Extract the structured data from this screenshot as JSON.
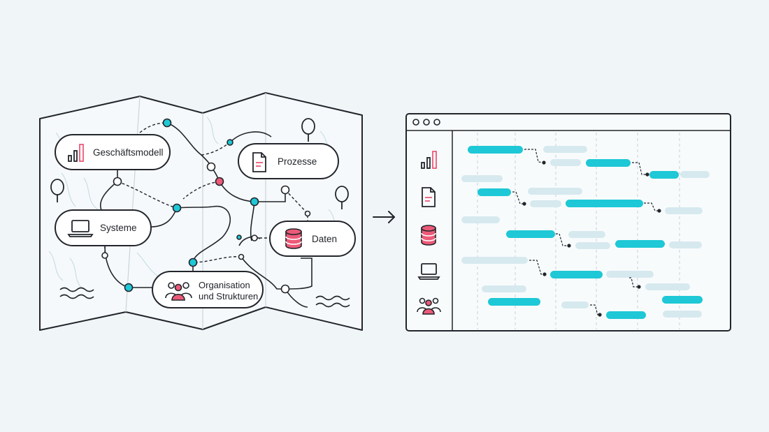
{
  "colors": {
    "background": "#f0f5f8",
    "ink": "#22252b",
    "accent": "#1ec8d6",
    "accent_light": "#d6e9ef",
    "highlight": "#ec5a78",
    "panel": "#f8fbfc"
  },
  "map": {
    "nodes": [
      {
        "id": "geschaeftsmodell",
        "label_lines": [
          "Geschäftsmodell"
        ],
        "icon": "bar-chart-icon"
      },
      {
        "id": "prozesse",
        "label_lines": [
          "Prozesse"
        ],
        "icon": "document-icon"
      },
      {
        "id": "systeme",
        "label_lines": [
          "Systeme"
        ],
        "icon": "laptop-icon"
      },
      {
        "id": "daten",
        "label_lines": [
          "Daten"
        ],
        "icon": "database-icon"
      },
      {
        "id": "organisation",
        "label_lines": [
          "Organisation",
          "und Strukturen"
        ],
        "icon": "people-icon"
      }
    ]
  },
  "arrow": {
    "icon": "arrow-right-icon"
  },
  "window": {
    "controls": [
      "window-dot-1",
      "window-dot-2",
      "window-dot-3"
    ],
    "sidebar_icons": [
      "bar-chart-icon",
      "document-icon",
      "database-icon",
      "laptop-icon",
      "people-icon"
    ]
  }
}
